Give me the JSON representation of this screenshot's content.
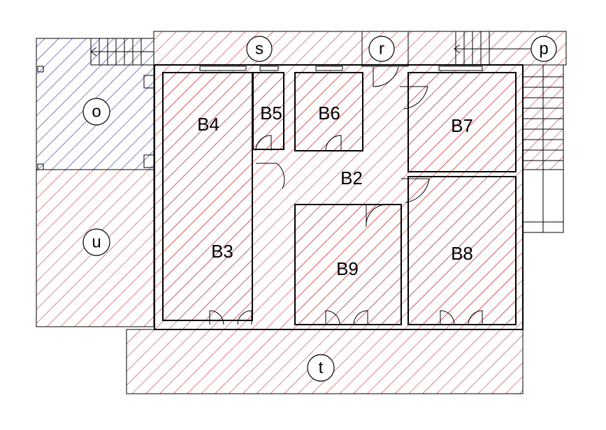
{
  "colors": {
    "hatch_red": "#c8353a",
    "hatch_blue": "#2a2f8f",
    "wall": "#000000",
    "background": "#ffffff"
  },
  "rooms": {
    "b4": "B4",
    "b5": "B5",
    "b6": "B6",
    "b7": "B7",
    "b2": "B2",
    "b3": "B3",
    "b9": "B9",
    "b8": "B8"
  },
  "zones": {
    "s": "s",
    "r": "r",
    "p": "p",
    "o": "o",
    "u": "u",
    "t": "t"
  }
}
